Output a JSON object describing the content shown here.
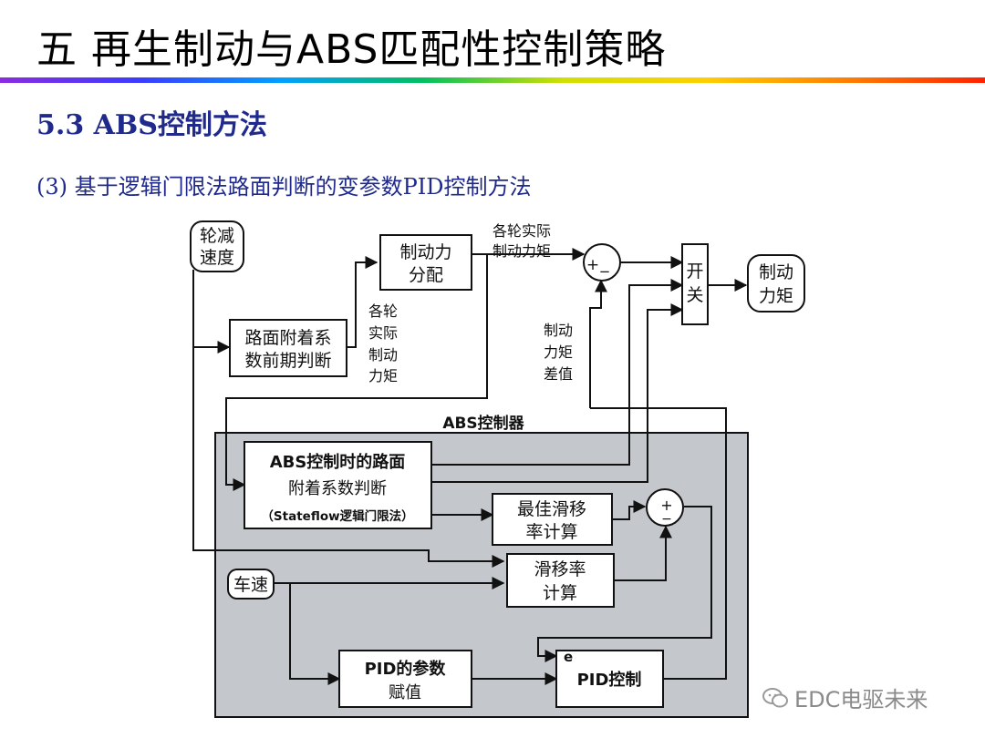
{
  "slide": {
    "title": "五  再生制动与ABS匹配性控制策略",
    "section": "5.3 ABS控制方法",
    "subtitle": "(3) 基于逻辑门限法路面判断的变参数PID控制方法"
  },
  "diagram": {
    "wheel_decel": [
      "轮减",
      "速度"
    ],
    "brake_dist": [
      "制动力",
      "分配"
    ],
    "road_pre": [
      "路面附着系",
      "数前期判断"
    ],
    "label_actual_per_wheel": [
      "各轮",
      "实际",
      "制动",
      "力矩"
    ],
    "label_actual_top": [
      "各轮实际",
      "制动力矩"
    ],
    "sum_top_signs": [
      "+",
      "−"
    ],
    "switch": [
      "开",
      "关"
    ],
    "output": [
      "制动",
      "力矩"
    ],
    "label_diff": [
      "制动",
      "力矩",
      "差值"
    ],
    "abs_controller_title": "ABS控制器",
    "abs_road": [
      "ABS控制时的路面",
      "附着系数判断",
      "（Stateflow逻辑门限法）"
    ],
    "best_slip": [
      "最佳滑移",
      "率计算"
    ],
    "sum_bottom_signs": [
      "+",
      "−"
    ],
    "slip_calc": [
      "滑移率",
      "计算"
    ],
    "vehicle_speed": "车速",
    "pid_param": [
      "PID的参数",
      "赋值"
    ],
    "pid_ctrl": "PID控制",
    "e_label": "e"
  },
  "watermark": "EDC电驱未来",
  "colors": {
    "title_blue": "#1f2a8c",
    "abs_panel": "#c4c7cc",
    "line": "#111111"
  }
}
